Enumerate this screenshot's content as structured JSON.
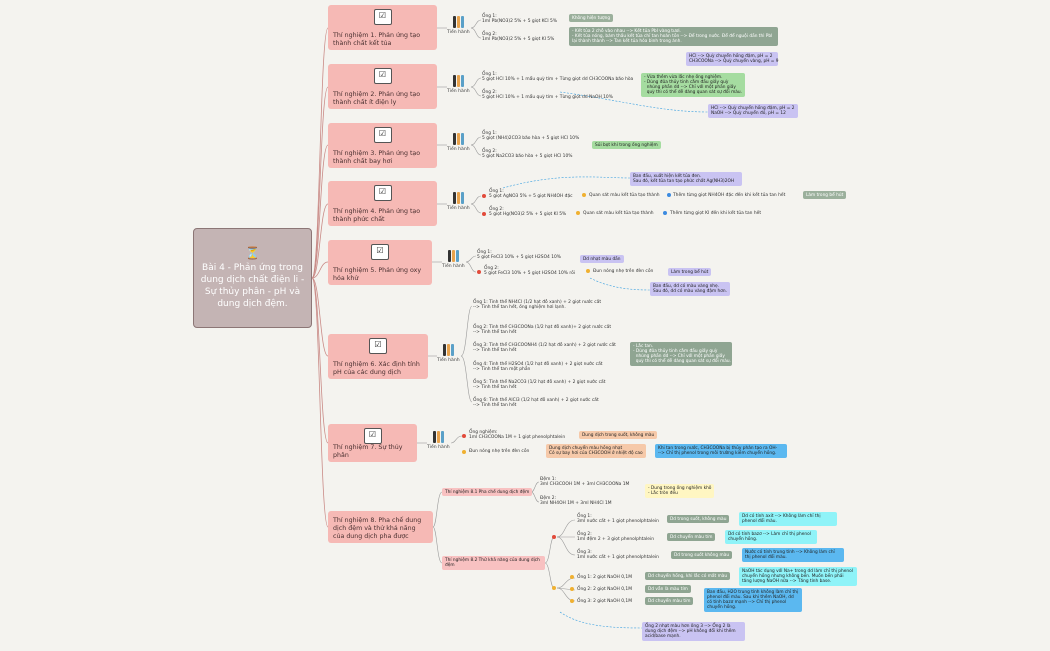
{
  "root": {
    "title": "Bài 4 - Phản ứng trong dung dịch chất điện li - Sự thủy phân - pH và dung dịch đệm.",
    "icon": "hourglass-icon"
  },
  "common": {
    "tien_hanh": "Tiến hành"
  },
  "experiments": [
    {
      "title": "Thí nghiệm 1. Phản ứng tạo thành chất kết tủa",
      "tubes": [
        "Ống 1:\n1ml Pb(NO3)2 5% + 5 giọt KCl 5%",
        "Ống 2:\n1ml Pb(NO3)2 5% + 5 giọt KI 5%"
      ],
      "results": [
        "Không hiện tượng",
        "- Kết tủa 2 chỗ vào nhau --> Kết tủa PbI vàng tươi.\n- Kết tủa nóng, bám thấu kết tủa chỉ tan hoàn tồn --> Để trong nước. Để để nguội dần thì PbI lại thành thành --> Tan kết tủa hóa bình trong ánh."
      ]
    },
    {
      "title": "Thí nghiệm 2. Phản ứng tạo thành chất ít điện ly",
      "tubes": [
        "Ống 1:\n5 giọt HCl 10% + 1 mẩu quỳ tím + Từng giọt dd CH3COONa bão hòa",
        "Ống 2:\n5 giọt HCl 10% + 1 mẩu quỳ tím + Từng giọt dd NaOH 10%"
      ],
      "results": [
        "HCl --> Quỳ chuyển hồng đậm, pH = 2\nCH3COONa --> Quỳ chuyển vàng, pH = 9",
        "- Vừa thêm vừa lắc nhẹ ống nghiệm.\n- Dùng đũa thủy tinh cắm đầu giấy quỳ\n  nhúng phần dd --> Chỉ với một phần giấy\n  quỳ thì có thể dễ dàng quan sát sự đổi màu.",
        "HCl --> Quỳ chuyển hồng đậm, pH = 2\nNaOH --> Quỳ chuyển đỏ, pH = 12"
      ]
    },
    {
      "title": "Thí nghiệm 3. Phản ứng tạo thành chất bay hơi",
      "tubes": [
        "Ống 1:\n5 giọt (NH4)2CO3 bão hòa + 5 giọt HCl 10%",
        "Ống 2:\n5 giọt Na2CO3 bão hòa + 5 giọt HCl 10%"
      ],
      "results": [
        "Sủi bọt khí trong ống nghiệm"
      ]
    },
    {
      "title": "Thí nghiệm 4. Phản ứng tạo thành phức chất",
      "tubes": [
        "Ống 1:\n5 giọt AgNO3 5% + 5 giọt NH4OH đặc",
        "Ống 2:\n5 giọt Hg(NO3)2 5% + 5 giọt KI 5%"
      ],
      "steps": [
        "Quan sát màu kết tủa tạo thành",
        "Thêm từng giọt NH4OH đặc đến khi kết tủa tan hết",
        "Quan sát màu kết tủa tạo thành",
        "Thêm từng giọt KI đến khi kết tủa tan hết"
      ],
      "results": [
        "Ban đầu, xuất hiện kết tủa đen.\nSau đó, kết tủa tan tạo phức chất Ag(NH3)2OH",
        "Làm trong bể hút"
      ]
    },
    {
      "title": "Thí nghiệm 5. Phản ứng oxy hóa khử",
      "tubes": [
        "Ống 1:\n5 giọt FeCl3 10% + 5 giọt H2SO4 10%",
        "Ống 2:\n5 giọt FeCl3 10% + 5 giọt H2SO4 10% rồi"
      ],
      "steps": [
        "Đun nóng nhẹ trên đèn cồn"
      ],
      "results": [
        "Dd nhạt màu dần",
        "Làm trong bể hút",
        "Ban đầu, dd có màu vàng nhẹ.\nSau đó, dd có màu vàng đậm hơn."
      ]
    },
    {
      "title": "Thí nghiệm 6. Xác định tính pH của các dung dịch",
      "tubes": [
        "Ống 1: Tinh thể NH4Cl (1/2 hạt đỗ xanh) + 2 giọt nước cất\n--> Tinh thể tan hết, ống nghiệm hơi lạnh.",
        "Ống 2: Tinh thể CH3COONa (1/2 hạt đỗ xanh)+ 2 giọt nước cất\n--> Tinh thể tan hết",
        "Ống 3: Tinh thể CH3COONH4 (1/2 hạt đỗ xanh) + 2 giọt nước cất\n--> Tinh thể tan hết",
        "Ống 4: Tinh thể H2SO4 (1/2 hạt đỗ xanh) + 2 giọt nước cất\n--> Tinh thể tan một phần",
        "Ống 5: Tinh thể Na2CO3 (1/2 hạt đỗ xanh) + 2 giọt nước cất\n--> Tinh thể tan hết",
        "Ống 6: Tinh thể AlCl3 (1/2 hạt đỗ xanh) + 2 giọt nước cất\n--> Tinh thể tan hết"
      ],
      "results": [
        "- Lắc tan.\n- Dùng đũa thủy tinh cắm đầu giấy quỳ\n  nhúng phần dd --> Chỉ với một phần giấy\n  quỳ thì có thể dễ dàng quan sát sự đổi màu."
      ]
    },
    {
      "title": "Thí nghiệm 7. Sự thủy phân",
      "tubes": [
        "Ống nghiệm:\n1ml CH3COONa 1M + 1 giọt phenolphtalein"
      ],
      "steps": [
        "Đun nóng nhẹ trên đèn cồn"
      ],
      "results": [
        "Dung dịch trong suốt, không màu",
        "Dung dịch chuyển màu hồng nhạt\nCó sự bay hơi của CH3COOH ở nhiệt độ cao",
        "Khi tan trong nước, CH3COONa bị thủy phân tạo ra OH-\n--> Chỉ thị phenol trong môi trường kiềm chuyển hồng."
      ]
    },
    {
      "title": "Thí nghiệm 8. Pha chế dung dịch đệm và thử khả năng của dung dịch pha được",
      "subs": [
        "Thí nghiệm 8.1 Pha chế dung dịch đệm",
        "Thí nghiệm 8.2 Thử khả năng của dung dịch đệm"
      ],
      "beakers": [
        "Đệm 1:\n3ml CH3COOH 1M + 3ml CH3COONa 1M",
        "Đệm 2:\n3ml NH4OH 1M + 3ml NH4Cl 1M"
      ],
      "beaker_note": "- Dung trong ống nghiệm khô\n- Lắc tròn đều",
      "tubes_a": [
        "Ống 1:\n3ml nước cất + 1 giọt phenolphtalein",
        "Ống 2:\n1ml đệm 2 + 3 giọt phenolphtalein",
        "Ống 3:\n1ml nước cất + 1 giọt phenolphtalein"
      ],
      "obs_a": [
        "Dd trong suốt, không màu",
        "Dd chuyển màu tím",
        "Dd trong suốt không màu"
      ],
      "expl_a": [
        "Dd có tính axit --> Không làm chỉ thị phenol đổi màu.",
        "Dd có tính bazơ --> Làm chỉ thị phenol chuyển hồng.",
        "Nước có tính trung tính --> Không làm chỉ thị phenol đổi màu."
      ],
      "tubes_b": [
        "Ống 1: 2 giọt NaOH 0,1M",
        "Ống 2: 2 giọt NaOH 0,1M",
        "Ống 3: 2 giọt NaOH 0,1M"
      ],
      "obs_b": [
        "Dd chuyển hồng, khi lắc có mất màu",
        "Dd vẫn là màu tím",
        "Dd chuyển màu tím"
      ],
      "expl_b": [
        "NaOH tác dụng với Na+ trong dd làm chỉ thị phenol chuyển hồng nhưng không bền. Muốn bền phải tăng lượng NaOH nữa --> Tăng tính base.",
        "Ban đầu, H2O trung tính không làm chỉ thị phenol đổi màu. Sau khi thêm NaOH, dd có tính bazơ mạnh --> Chỉ thị phenol chuyển hồng."
      ],
      "conclusion": "Ống 2 nhạt màu hơn ống 3 --> Ống 2 là dung dịch đệm --> pH không đổi khi thêm acid/base mạnh."
    }
  ]
}
